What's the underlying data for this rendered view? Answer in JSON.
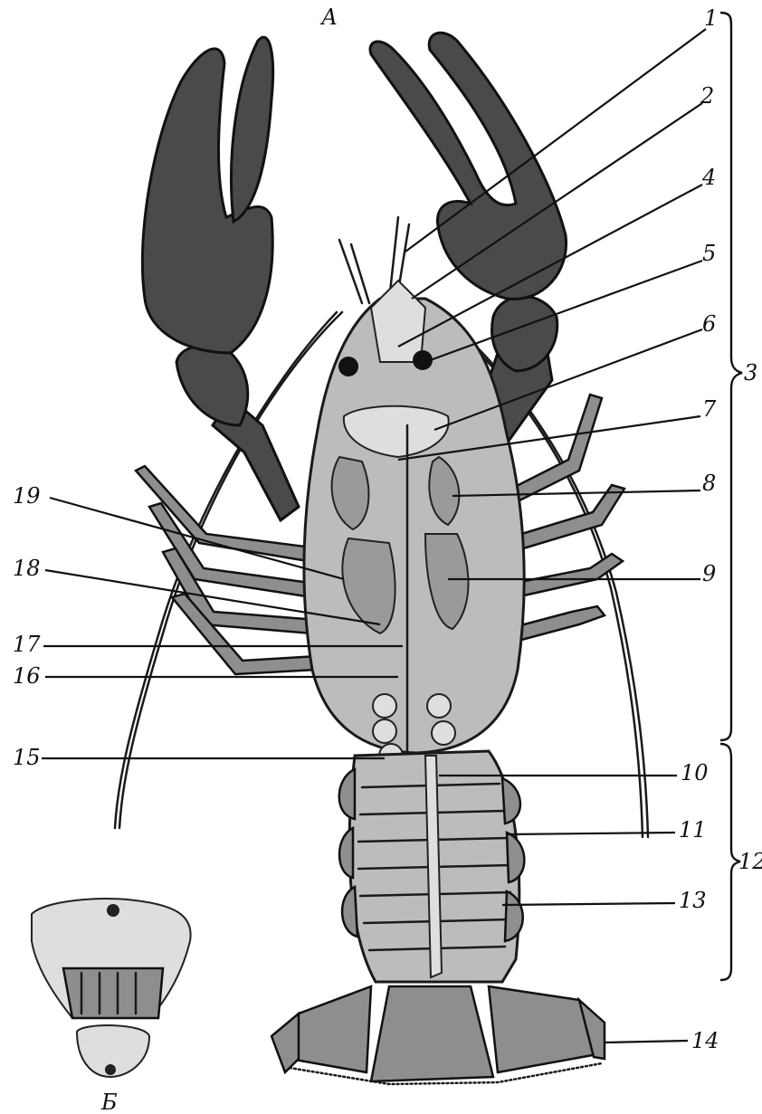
{
  "figure_labels": {
    "main": "А",
    "inset": "Б"
  },
  "callouts": [
    {
      "id": "c1",
      "text": "1"
    },
    {
      "id": "c2",
      "text": "2"
    },
    {
      "id": "c4",
      "text": "4"
    },
    {
      "id": "c5",
      "text": "5"
    },
    {
      "id": "c6",
      "text": "6"
    },
    {
      "id": "c7",
      "text": "7"
    },
    {
      "id": "c8",
      "text": "8"
    },
    {
      "id": "c9",
      "text": "9"
    },
    {
      "id": "c10",
      "text": "10"
    },
    {
      "id": "c11",
      "text": "11"
    },
    {
      "id": "c13",
      "text": "13"
    },
    {
      "id": "c14",
      "text": "14"
    },
    {
      "id": "c15",
      "text": "15"
    },
    {
      "id": "c16",
      "text": "16"
    },
    {
      "id": "c17",
      "text": "17"
    },
    {
      "id": "c18",
      "text": "18"
    },
    {
      "id": "c19",
      "text": "19"
    }
  ],
  "brackets": [
    {
      "id": "b3",
      "text": "3"
    },
    {
      "id": "b12",
      "text": "12"
    }
  ]
}
